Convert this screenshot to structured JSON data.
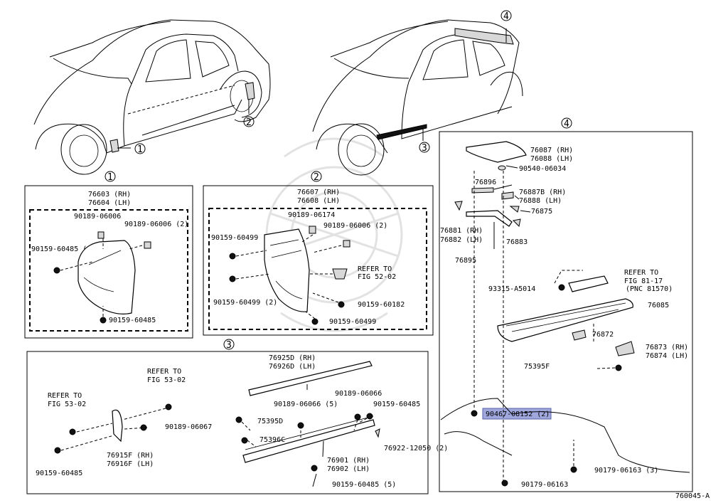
{
  "figure_code": "760045-A",
  "callouts": [
    "1",
    "2",
    "3",
    "4"
  ],
  "panel1": {
    "title_rh": "76603 (RH)",
    "title_lh": "76604 (LH)",
    "parts": [
      "90189-06006",
      "90189-06006 (2)",
      "90159-60485 (2)",
      "90159-60485"
    ]
  },
  "panel2": {
    "title_rh": "76607 (RH)",
    "title_lh": "76608 (LH)",
    "parts": [
      "90189-06174",
      "90159-60499",
      "90189-06006 (2)",
      "REFER TO",
      "FIG 52-02",
      "90159-60499 (2)",
      "90159-60182",
      "90159-60499"
    ]
  },
  "panel3": {
    "parts": [
      "76925D (RH)",
      "76926D (LH)",
      "REFER TO",
      "FIG 53-02",
      "REFER TO",
      "FIG 53-02",
      "90189-06066",
      "90189-06066 (5)",
      "90159-60485",
      "75395D",
      "75396C",
      "90189-06067",
      "76922-12050 (2)",
      "76915F (RH)",
      "76916F (LH)",
      "76901 (RH)",
      "76902 (LH)",
      "90159-60485",
      "90159-60485 (5)"
    ]
  },
  "panel4": {
    "parts": [
      "76087 (RH)",
      "76088 (LH)",
      "90540-06034",
      "76896",
      "76887B (RH)",
      "76888  (LH)",
      "76875",
      "76881 (RH)",
      "76882 (LH)",
      "76883",
      "76895",
      "REFER TO",
      "FIG 81-17",
      "(PNC 81570)",
      "93315-A5014",
      "76085",
      "76872",
      "76873 (RH)",
      "76874 (LH)",
      "75395F",
      "90179-06163 (3)",
      "90179-06163"
    ],
    "highlighted_part": "90467-08152 (2)"
  },
  "colors": {
    "highlight": "#9fa7dd"
  }
}
